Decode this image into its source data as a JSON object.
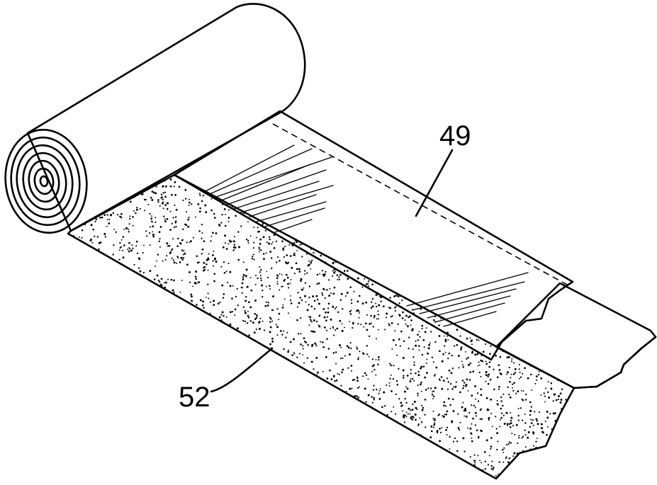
{
  "figure": {
    "ref_labels": [
      {
        "id": "49",
        "text": "49"
      },
      {
        "id": "52",
        "text": "52"
      }
    ]
  }
}
